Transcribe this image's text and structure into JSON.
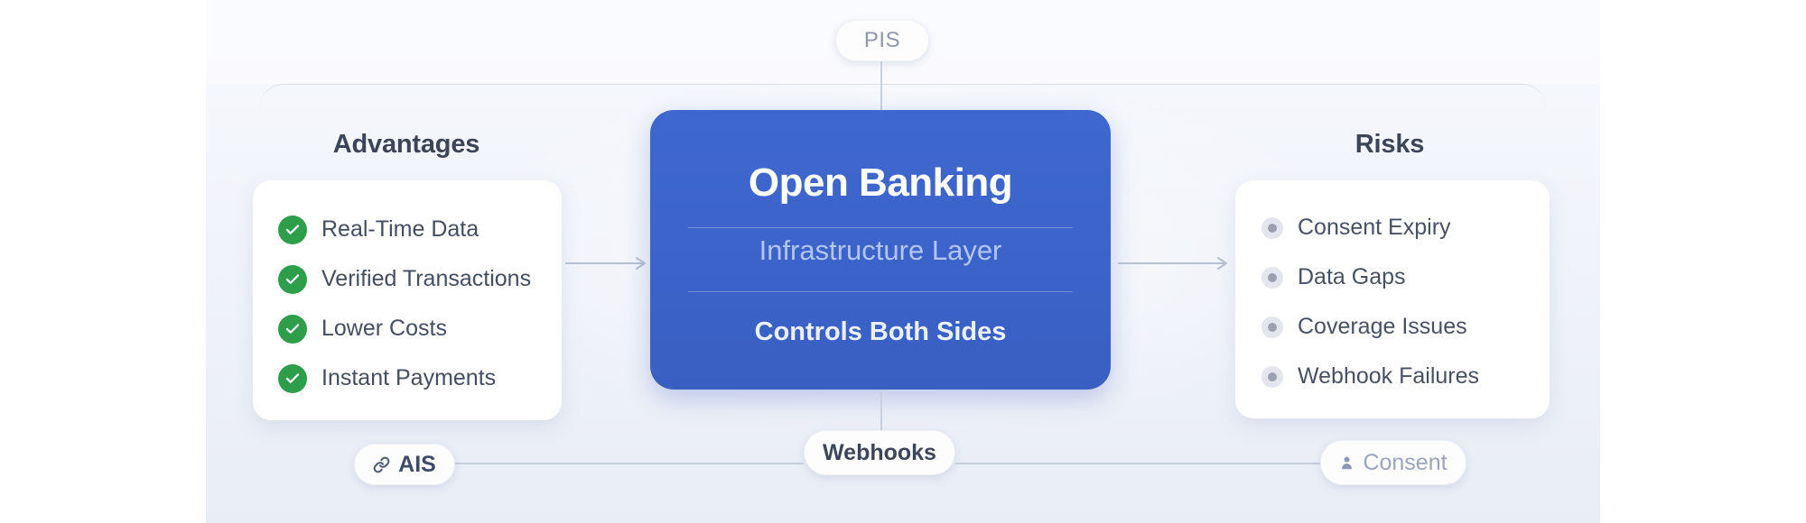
{
  "diagram": {
    "top_pill": {
      "label": "PIS"
    },
    "center_box": {
      "title": "Open Banking",
      "subtitle": "Infrastructure Layer",
      "footer": "Controls Both Sides"
    },
    "advantages": {
      "title": "Advantages",
      "items": [
        "Real-Time Data",
        "Verified Transactions",
        "Lower Costs",
        "Instant Payments"
      ]
    },
    "risks": {
      "title": "Risks",
      "items": [
        "Consent Expiry",
        "Data Gaps",
        "Coverage Issues",
        "Webhook Failures"
      ]
    },
    "bottom_pills": {
      "ais": {
        "label": "AIS",
        "icon": "link-icon"
      },
      "webhooks": {
        "label": "Webhooks"
      },
      "consent": {
        "label": "Consent",
        "icon": "person-icon"
      }
    },
    "colors": {
      "center_box_blue": "#3b63c9",
      "check_green": "#2f9e4b",
      "canvas_bg_top": "#f7f9fd",
      "canvas_bg_bottom": "#e9edf6",
      "connector_line": "#c6cdde",
      "panel_title_text": "#3c4557",
      "item_text": "#434e63",
      "muted_pill_text": "#9aa5bc"
    }
  }
}
